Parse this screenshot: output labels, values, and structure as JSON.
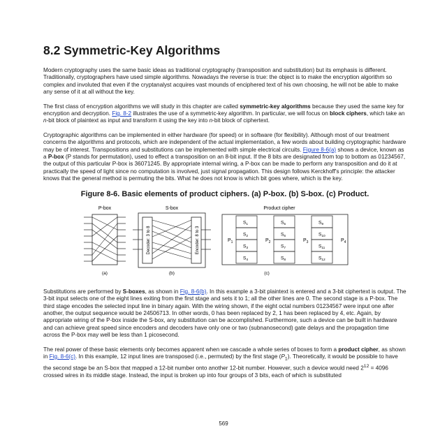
{
  "heading": "8.2 Symmetric-Key Algorithms",
  "p1": "Modern cryptography uses the same basic ideas as traditional cryptography (transposition and substitution) but its emphasis is different. Traditionally, cryptographers have used simple algorithms. Nowadays the reverse is true: the object is to make the encryption algorithm so complex and involuted that even if the cryptanalyst acquires vast mounds of enciphered text of his own choosing, he will not be able to make any sense of it at all without the key.",
  "p2": {
    "a": "The first class of encryption algorithms we will study in this chapter are called ",
    "b": "symmetric-key algorithms",
    "c": " because they used the same key for encryption and decryption. ",
    "link": "Fig. 8-2",
    "d": " illustrates the use of a symmetric-key algorithm. In particular, we will focus on ",
    "e": "block ciphers",
    "f": ", which take an ",
    "g": "n",
    "h": "-bit block of plaintext as input and transform it using the key into ",
    "i": "n",
    "j": "-bit block of ciphertext."
  },
  "p3": {
    "a": "Cryptographic algorithms can be implemented in either hardware (for speed) or in software (for flexibility). Although most of our treatment concerns the algorithms and protocols, which are independent of the actual implementation, a few words about building cryptographic hardware may be of interest. Transpositions and substitutions can be implemented with simple electrical circuits. ",
    "link": "Figure 8-6(a)",
    "b": " shows a device, known as a ",
    "c": "P-box",
    "d": " (P stands for permutation), used to effect a transposition on an 8-bit input. If the 8 bits are designated from top to bottom as 01234567, the output of this particular P-box is 36071245. By appropriate internal wiring, a P-box can be made to perform any transposition and do it at practically the speed of light since no computation is involved, just signal propagation. This design follows Kerckhoff's principle: the attacker knows that the general method is permuting the bits. What he does not know is which bit goes where, which is the key."
  },
  "figure_title": "Figure 8-6. Basic elements of product ciphers. (a) P-box. (b) S-box. (c) Product.",
  "figure": {
    "pbox_label": "P-box",
    "sbox_label": "S-box",
    "product_label": "Product cipher",
    "decoder_label": "Decoder: 3 to 8",
    "encoder_label": "Encoder: 8 to 3",
    "caption_a": "(a)",
    "caption_b": "(b)",
    "caption_c": "(c)",
    "p_labels": [
      "P",
      "P",
      "P",
      "P"
    ],
    "p_subs": [
      "1",
      "2",
      "3",
      "4"
    ],
    "s_subs": [
      "1",
      "2",
      "3",
      "4",
      "5",
      "6",
      "7",
      "8",
      "9",
      "10",
      "11",
      "12"
    ],
    "s_prefix": "S"
  },
  "p4": {
    "a": "Substitutions are performed by ",
    "b": "S-boxes",
    "c": ", as shown in ",
    "link": "Fig. 8-6(b)",
    "d": ". In this example a 3-bit plaintext is entered and a 3-bit ciphertext is output. The 3-bit input selects one of the eight lines exiting from the first stage and sets it to 1; all the other lines are 0. The second stage is a P-box. The third stage encodes the selected input line in binary again. With the wiring shown, if the eight octal numbers 01234567 were input one after another, the output sequence would be 24506713. In other words, 0 has been replaced by 2, 1 has been replaced by 4, etc. Again, by appropriate wiring of the P-box inside the S-box, any substitution can be accomplished. Furthermore, such a device can be built in hardware and can achieve great speed since encoders and decoders have only one or two (subnanosecond) gate delays and the propagation time across the P-box may well be less than 1 picosecond."
  },
  "p5": {
    "a": "The real power of these basic elements only becomes apparent when we cascade a whole series of boxes to form a ",
    "b": "product cipher",
    "c": ", as shown in ",
    "link": "Fig. 8-6(c)",
    "d": ". In this example, 12 input lines are transposed (i.e., permuted) by the first stage (",
    "e": "P",
    "e_sub": "1",
    "f": "). Theoretically, it would be possible to have the second stage be an S-box that mapped a 12-bit number onto another 12-bit number. However, such a device would need 2",
    "sup": "12",
    "g": " = 4096 crossed wires in its middle stage. Instead, the input is broken up into four groups of 3 bits, each of which is substituted"
  },
  "page_number": "569"
}
